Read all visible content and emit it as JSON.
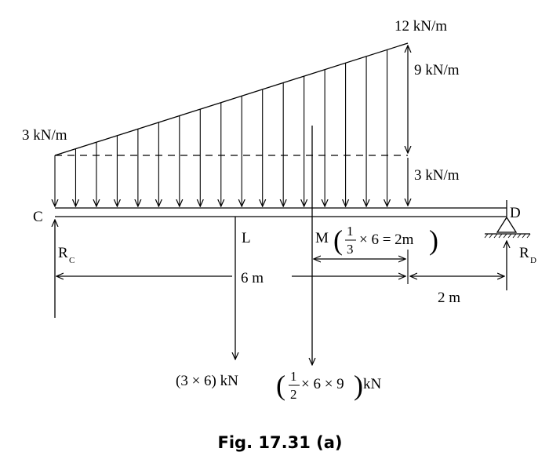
{
  "labels": {
    "left_intensity": "3 kN/m",
    "right_intensity": "12 kN/m",
    "triangle_part": "9 kN/m",
    "rect_part": "3 kN/m",
    "point_c": "C",
    "point_d": "D",
    "point_l": "L",
    "point_m": "M",
    "reaction_c_main": "R",
    "reaction_c_sub": "C",
    "reaction_d_main": "R",
    "reaction_d_sub": "D",
    "dim_6m": "6 m",
    "dim_2m": "2 m",
    "dim_m_frac_num": "1",
    "dim_m_frac_den": "3",
    "dim_m_rest": "× 6 = 2m",
    "force_rect": "(3 × 6) kN",
    "force_tri_num": "1",
    "force_tri_den": "2",
    "force_tri_rest": "× 6 × 9",
    "force_tri_unit": "kN"
  },
  "caption": "Fig. 17.31 (a)"
}
